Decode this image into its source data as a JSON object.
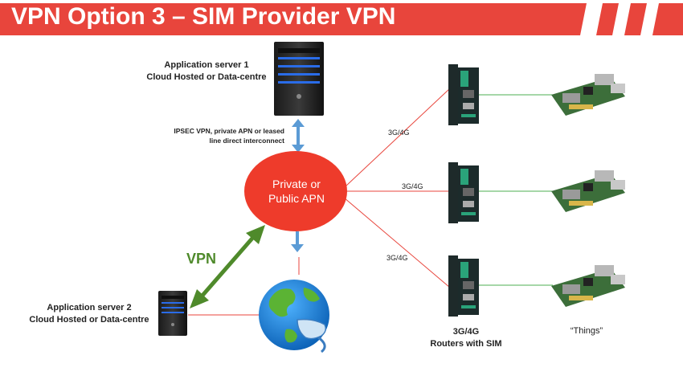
{
  "title": "VPN Option 3 – SIM Provider VPN",
  "colors": {
    "banner": "#e8453c",
    "apn": "#ee3b2b",
    "vpn_arrow": "#4f8a2b",
    "blue_arrow": "#5b9bd5",
    "red_line": "#e8453c",
    "green_line": "#4caf50"
  },
  "app_server_1": {
    "line1": "Application server 1",
    "line2": "Cloud Hosted or Data-centre"
  },
  "ipsec": {
    "line1": "IPSEC VPN, private APN or leased",
    "line2": "line direct interconnect"
  },
  "apn": {
    "line1": "Private or",
    "line2": "Public APN"
  },
  "vpn_label": "VPN",
  "app_server_2": {
    "line1": "Application server 2",
    "line2": "Cloud Hosted or Data-centre"
  },
  "links": [
    "3G/4G",
    "3G/4G",
    "3G/4G"
  ],
  "routers": {
    "line1": "3G/4G",
    "line2": "Routers with SIM"
  },
  "things": "“Things”",
  "icons": [
    "server-icon",
    "server-icon",
    "globe-icon",
    "router-icon",
    "board-icon"
  ]
}
